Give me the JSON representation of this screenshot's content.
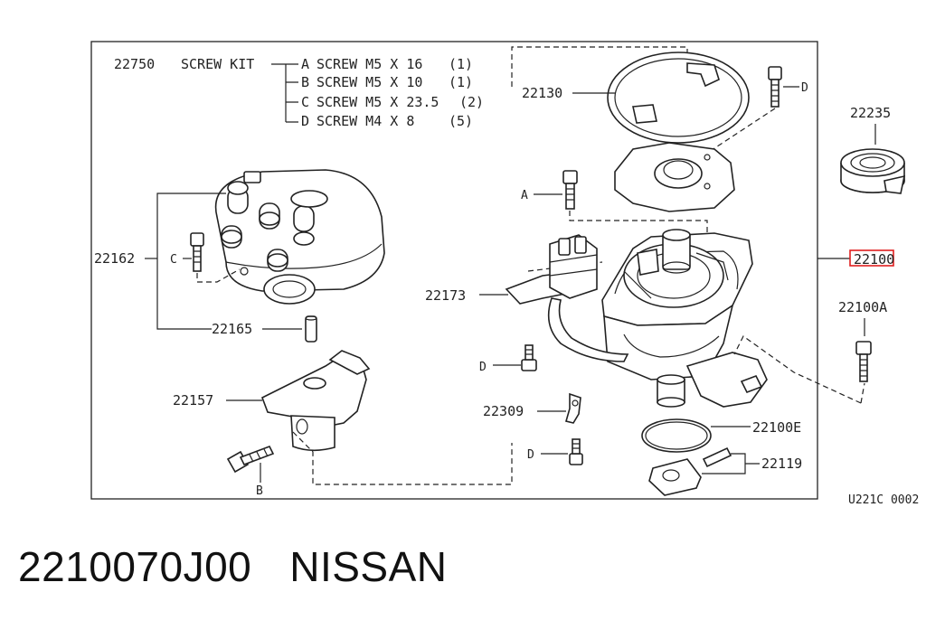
{
  "screw_kit": {
    "part_no": "22750",
    "name": "SCREW KIT",
    "items": [
      {
        "letter": "A",
        "desc": "SCREW M5 X 16",
        "qty": "(1)"
      },
      {
        "letter": "B",
        "desc": "SCREW M5 X 10",
        "qty": "(1)"
      },
      {
        "letter": "C",
        "desc": "SCREW M5 X 23.5",
        "qty": "(2)"
      },
      {
        "letter": "D",
        "desc": "SCREW M4 X 8",
        "qty": "(5)"
      }
    ]
  },
  "callouts": {
    "p22130": "22130",
    "p22235": "22235",
    "p22162": "22162",
    "p22100": "22100",
    "p22173": "22173",
    "p22100A": "22100A",
    "p22165": "22165",
    "p22157": "22157",
    "p22309": "22309",
    "p22100E": "22100E",
    "p22119": "22119"
  },
  "screw_letters": {
    "a": "A",
    "b": "B",
    "c": "C",
    "d1": "D",
    "d2": "D",
    "d3": "D"
  },
  "diagram_code": "U221C 0002",
  "highlight_color": "#e02020",
  "footer": {
    "part_number": "2210070J00",
    "brand": "NISSAN"
  }
}
